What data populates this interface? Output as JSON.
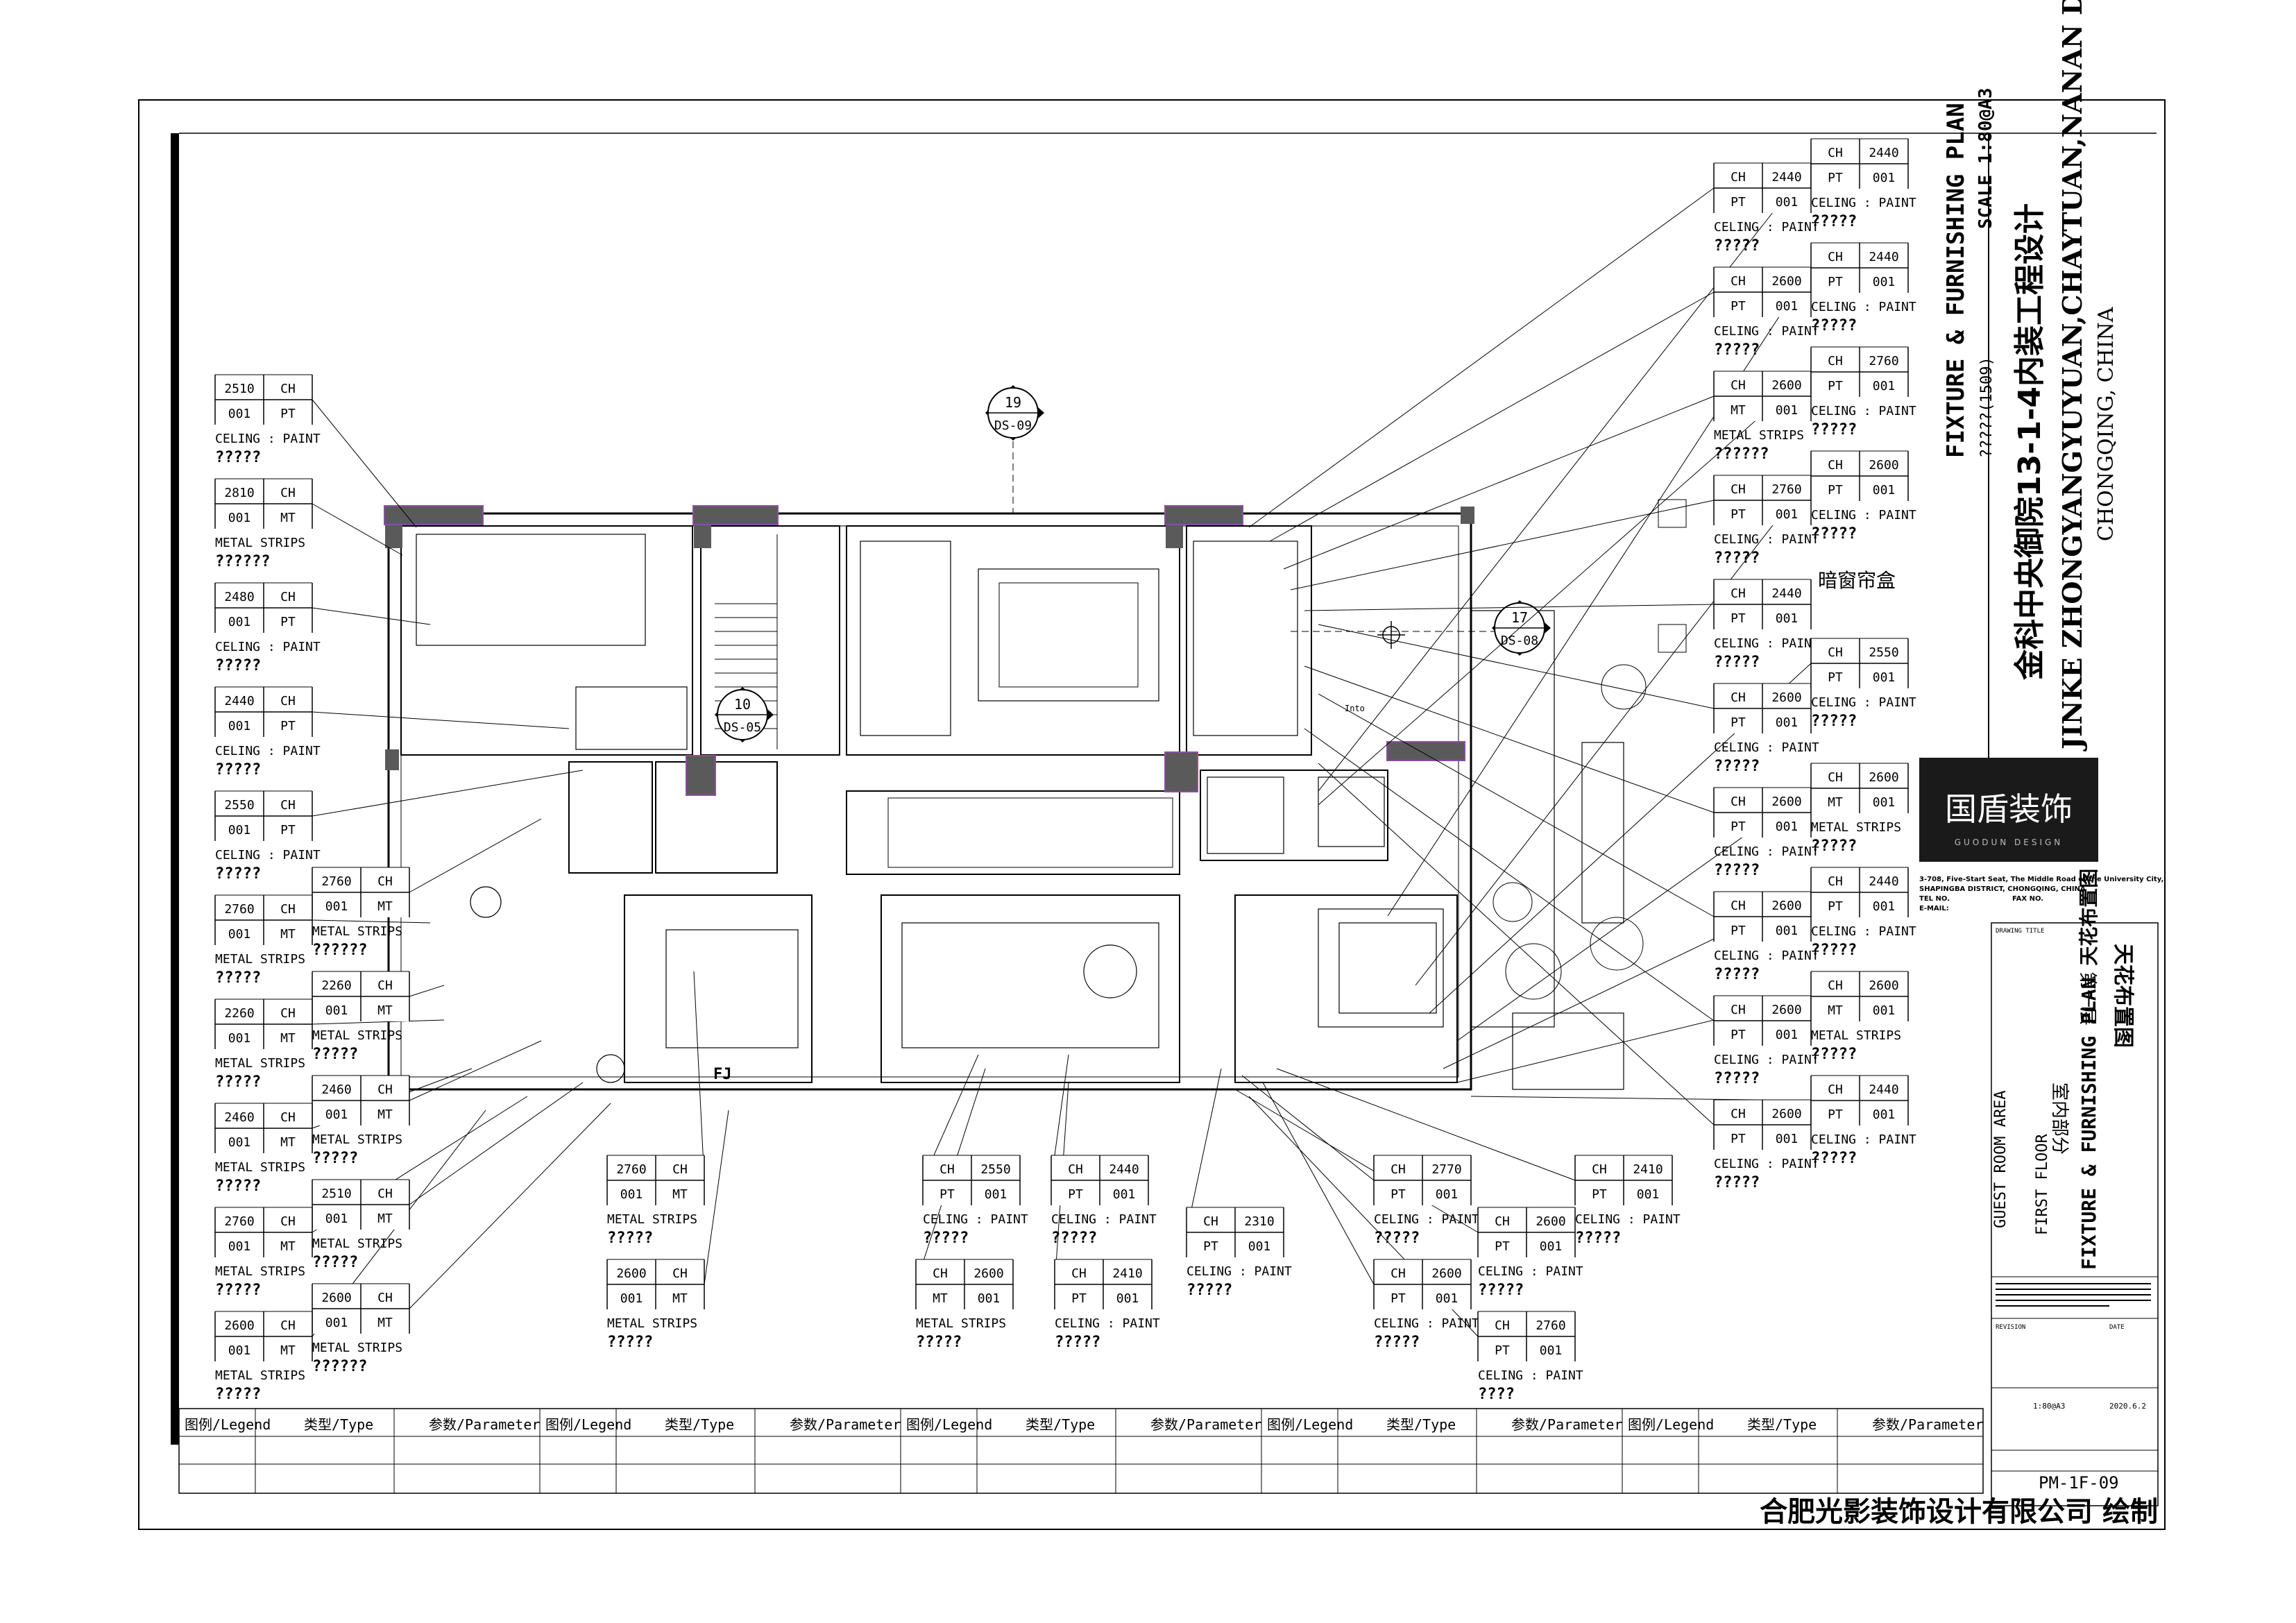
{
  "drawing": {
    "title": "FIXTURE & FURNISHING PLAN",
    "scale": "SCALE 1:80@A3",
    "scale_code": "?????(1509)",
    "project_cn": "金科中央御院13-1-4内装工程设计",
    "project_en": "JINKE ZHONGYANGYUYUAN,CHAYTUAN,NANAN DISTRICT",
    "project_city": "CHONGQING, CHINA",
    "brand_cn": "国盾装饰",
    "brand_en": "GUODUN DESIGN",
    "address_1": "3-708, Five-Start Seat, The Middle Road of the University City,",
    "address_2": "SHAPINGBA DISTRICT, CHONGQING, CHINA",
    "tel": "TEL NO.",
    "fax": "FAX NO.",
    "email": "E-MAIL:",
    "drawing_title_label": "DRAWING TITLE",
    "area_cn": "室内部分",
    "floor_cn": "第一层",
    "plan_cn": "天花布置图",
    "area_en": "GUEST ROOM AREA",
    "floor_en": "FIRST FLOOR",
    "plan_en": "FIXTURE & FURNISHING PLAN 天花布置图",
    "drawing_no": "PM-1F-09",
    "scale_value": "1:80@A3",
    "date_value": "2020.6.2",
    "revision": "REVISION",
    "date": "DATE",
    "footer": "合肥光影装饰设计有限公司 绘制",
    "curtain_box": "暗窗帘盒",
    "fj": "FJ",
    "into": "Into"
  },
  "legend_headers": [
    "图例/Legend",
    "类型/Type",
    "参数/Parameter"
  ],
  "section_markers": [
    {
      "num": "19",
      "ref": "DS-09"
    },
    {
      "num": "17",
      "ref": "DS-08"
    },
    {
      "num": "10",
      "ref": "DS-05"
    }
  ],
  "tags": [
    {
      "a": "2510",
      "b": "CH",
      "c": "001",
      "d": "PT",
      "e": "CELING : PAINT",
      "f": "?????"
    },
    {
      "a": "2810",
      "b": "CH",
      "c": "001",
      "d": "MT",
      "e": "METAL STRIPS",
      "f": "??????"
    },
    {
      "a": "2480",
      "b": "CH",
      "c": "001",
      "d": "PT",
      "e": "CELING : PAINT",
      "f": "?????"
    },
    {
      "a": "2440",
      "b": "CH",
      "c": "001",
      "d": "PT",
      "e": "CELING : PAINT",
      "f": "?????"
    },
    {
      "a": "2550",
      "b": "CH",
      "c": "001",
      "d": "PT",
      "e": "CELING : PAINT",
      "f": "?????"
    },
    {
      "a": "2760",
      "b": "CH",
      "c": "001",
      "d": "MT",
      "e": "METAL STRIPS",
      "f": "??????"
    },
    {
      "a": "2760",
      "b": "CH",
      "c": "001",
      "d": "MT",
      "e": "METAL STRIPS",
      "f": "?????"
    },
    {
      "a": "2260",
      "b": "CH",
      "c": "001",
      "d": "MT",
      "e": "METAL STRIPS",
      "f": "?????"
    },
    {
      "a": "2260",
      "b": "CH",
      "c": "001",
      "d": "MT",
      "e": "METAL STRIPS",
      "f": "?????"
    },
    {
      "a": "2460",
      "b": "CH",
      "c": "001",
      "d": "MT",
      "e": "METAL STRIPS",
      "f": "?????"
    },
    {
      "a": "2460",
      "b": "CH",
      "c": "001",
      "d": "MT",
      "e": "METAL STRIPS",
      "f": "?????"
    },
    {
      "a": "2510",
      "b": "CH",
      "c": "001",
      "d": "MT",
      "e": "METAL STRIPS",
      "f": "?????"
    },
    {
      "a": "2760",
      "b": "CH",
      "c": "001",
      "d": "MT",
      "e": "METAL STRIPS",
      "f": "?????"
    },
    {
      "a": "2600",
      "b": "CH",
      "c": "001",
      "d": "MT",
      "e": "METAL STRIPS",
      "f": "??????"
    },
    {
      "a": "2600",
      "b": "CH",
      "c": "001",
      "d": "MT",
      "e": "METAL STRIPS",
      "f": "?????"
    },
    {
      "a": "2760",
      "b": "CH",
      "c": "001",
      "d": "MT",
      "e": "METAL STRIPS",
      "f": "?????"
    },
    {
      "a": "2600",
      "b": "CH",
      "c": "001",
      "d": "MT",
      "e": "METAL STRIPS",
      "f": "?????"
    },
    {
      "a": "CH",
      "b": "2550",
      "c": "PT",
      "d": "001",
      "e": "CELING : PAINT",
      "f": "?????"
    },
    {
      "a": "CH",
      "b": "2600",
      "c": "MT",
      "d": "001",
      "e": "METAL STRIPS",
      "f": "?????"
    },
    {
      "a": "CH",
      "b": "2440",
      "c": "PT",
      "d": "001",
      "e": "CELING : PAINT",
      "f": "?????"
    },
    {
      "a": "CH",
      "b": "2410",
      "c": "PT",
      "d": "001",
      "e": "CELING : PAINT",
      "f": "?????"
    },
    {
      "a": "CH",
      "b": "2310",
      "c": "PT",
      "d": "001",
      "e": "CELING : PAINT",
      "f": "?????"
    },
    {
      "a": "CH",
      "b": "2770",
      "c": "PT",
      "d": "001",
      "e": "CELING : PAINT",
      "f": "?????"
    },
    {
      "a": "CH",
      "b": "2600",
      "c": "PT",
      "d": "001",
      "e": "CELING : PAINT",
      "f": "?????"
    },
    {
      "a": "CH",
      "b": "2600",
      "c": "PT",
      "d": "001",
      "e": "CELING : PAINT",
      "f": "?????"
    },
    {
      "a": "CH",
      "b": "2760",
      "c": "PT",
      "d": "001",
      "e": "CELING : PAINT",
      "f": "????"
    },
    {
      "a": "CH",
      "b": "2410",
      "c": "PT",
      "d": "001",
      "e": "CELING : PAINT",
      "f": "?????"
    },
    {
      "a": "CH",
      "b": "2440",
      "c": "PT",
      "d": "001",
      "e": "CELING : PAINT",
      "f": "?????"
    },
    {
      "a": "CH",
      "b": "2600",
      "c": "PT",
      "d": "001",
      "e": "CELING : PAINT",
      "f": "?????"
    },
    {
      "a": "CH",
      "b": "2600",
      "c": "MT",
      "d": "001",
      "e": "METAL STRIPS",
      "f": "??????"
    },
    {
      "a": "CH",
      "b": "2760",
      "c": "PT",
      "d": "001",
      "e": "CELING : PAINT",
      "f": "?????"
    },
    {
      "a": "CH",
      "b": "2440",
      "c": "PT",
      "d": "001",
      "e": "CELING : PAINT",
      "f": "?????"
    },
    {
      "a": "CH",
      "b": "2600",
      "c": "PT",
      "d": "001",
      "e": "CELING : PAINT",
      "f": "?????"
    },
    {
      "a": "CH",
      "b": "2600",
      "c": "PT",
      "d": "001",
      "e": "CELING : PAINT",
      "f": "?????"
    },
    {
      "a": "CH",
      "b": "2600",
      "c": "PT",
      "d": "001",
      "e": "CELING : PAINT",
      "f": "?????"
    },
    {
      "a": "CH",
      "b": "2600",
      "c": "PT",
      "d": "001",
      "e": "CELING : PAINT",
      "f": "?????"
    },
    {
      "a": "CH",
      "b": "2600",
      "c": "PT",
      "d": "001",
      "e": "CELING : PAINT",
      "f": "?????"
    },
    {
      "a": "CH",
      "b": "2440",
      "c": "PT",
      "d": "001",
      "e": "CELING : PAINT",
      "f": "?????"
    },
    {
      "a": "CH",
      "b": "2440",
      "c": "PT",
      "d": "001",
      "e": "CELING : PAINT",
      "f": "?????"
    },
    {
      "a": "CH",
      "b": "2760",
      "c": "PT",
      "d": "001",
      "e": "CELING : PAINT",
      "f": "?????"
    },
    {
      "a": "CH",
      "b": "2600",
      "c": "PT",
      "d": "001",
      "e": "CELING : PAINT",
      "f": "?????"
    },
    {
      "a": "CH",
      "b": "2550",
      "c": "PT",
      "d": "001",
      "e": "CELING : PAINT",
      "f": "?????"
    },
    {
      "a": "CH",
      "b": "2600",
      "c": "MT",
      "d": "001",
      "e": "METAL STRIPS",
      "f": "?????"
    },
    {
      "a": "CH",
      "b": "2440",
      "c": "PT",
      "d": "001",
      "e": "CELING : PAINT",
      "f": "?????"
    },
    {
      "a": "CH",
      "b": "2600",
      "c": "MT",
      "d": "001",
      "e": "METAL STRIPS",
      "f": "?????"
    },
    {
      "a": "CH",
      "b": "2440",
      "c": "PT",
      "d": "001",
      "e": "CELING : PAINT",
      "f": "?????"
    }
  ],
  "colors": {
    "line": "#000000",
    "column_fill": "#5a5a5a",
    "wall_accent": "#8a4fa0",
    "brand_bg": "#1a1a1a"
  }
}
